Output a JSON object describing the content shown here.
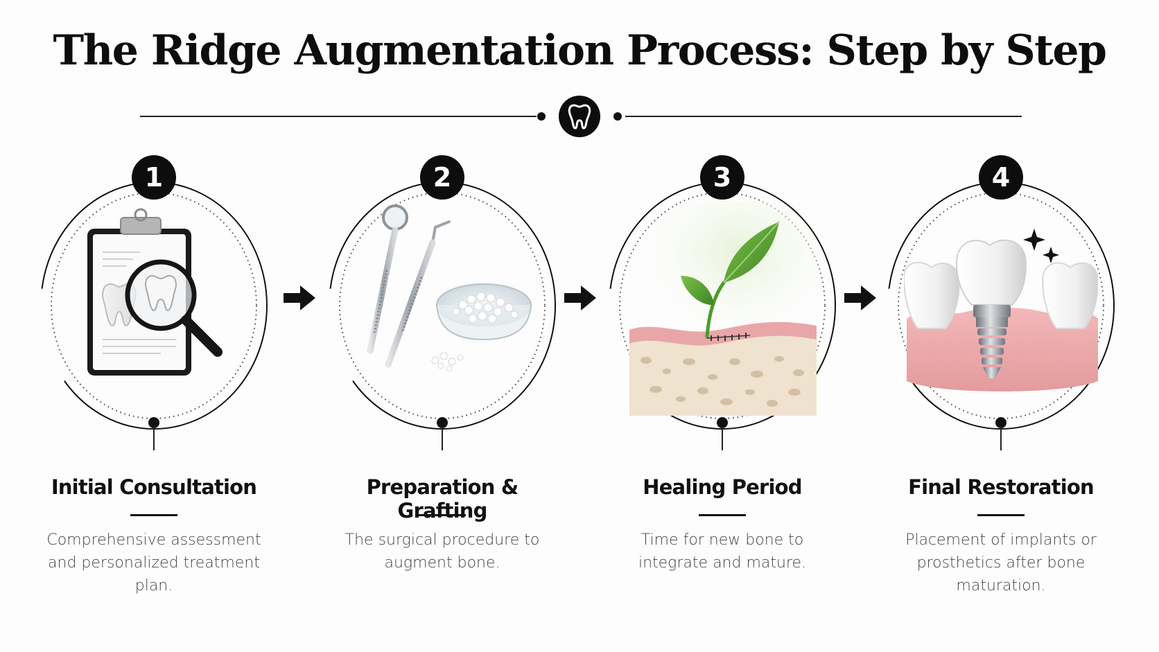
{
  "title": "The Ridge Augmentation Process: Step by Step",
  "header_icon": "tooth-icon",
  "steps": [
    {
      "number": "1",
      "title": "Initial Consultation",
      "description": "Comprehensive assessment and personalized treatment plan.",
      "icon": "clipboard-magnifier-icon"
    },
    {
      "number": "2",
      "title": "Preparation & Grafting",
      "description": "The surgical procedure to augment bone.",
      "icon": "dental-tools-graft-icon"
    },
    {
      "number": "3",
      "title": "Healing Period",
      "description": "Time for new bone to integrate and mature.",
      "icon": "sprout-bone-icon"
    },
    {
      "number": "4",
      "title": "Final Restoration",
      "description": "Placement of implants or prosthetics after bone maturation.",
      "icon": "dental-implant-icon"
    }
  ],
  "colors": {
    "ink": "#111111",
    "gum": "#e9a6a8",
    "bone": "#efe2cf",
    "leaf": "#4f9a2c",
    "steel": "#a9adb3"
  }
}
